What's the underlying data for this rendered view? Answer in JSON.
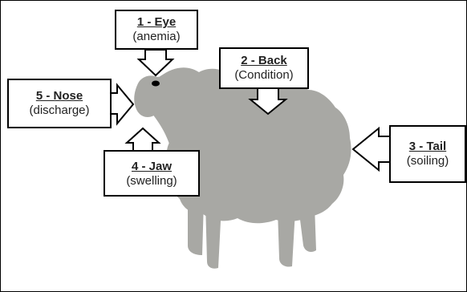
{
  "callouts": [
    {
      "id": "eye",
      "title": "1 - Eye",
      "sub": "(anemia)"
    },
    {
      "id": "back",
      "title": "2 - Back",
      "sub": "(Condition)"
    },
    {
      "id": "tail",
      "title": "3 - Tail",
      "sub": "(soiling)"
    },
    {
      "id": "jaw",
      "title": "4 - Jaw",
      "sub": "(swelling)"
    },
    {
      "id": "nose",
      "title": "5 - Nose",
      "sub": "(discharge)"
    }
  ],
  "colors": {
    "sheep": "#a8a8a4",
    "outline": "#000000",
    "background": "#ffffff"
  },
  "icons": {
    "sheep": "sheep-silhouette-icon",
    "arrow": "block-arrow-icon"
  }
}
